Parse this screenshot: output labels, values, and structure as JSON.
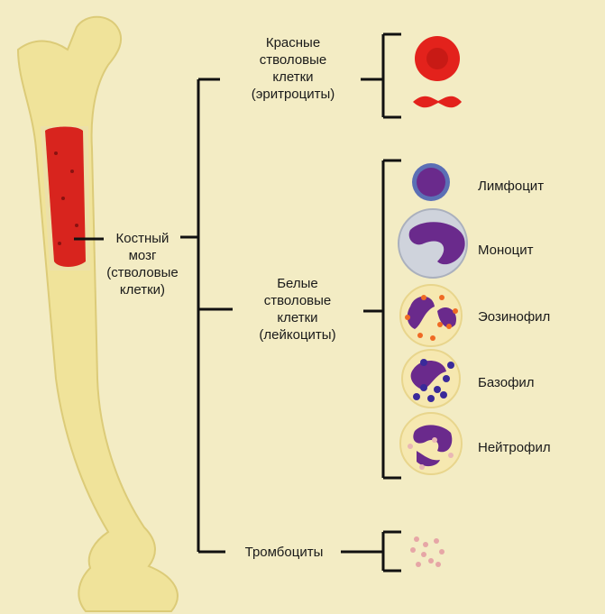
{
  "labels": {
    "bone_marrow": [
      "Костный",
      "мозг",
      "(стволовые",
      "клетки)"
    ],
    "red": [
      "Красные",
      "стволовые",
      "клетки",
      "(эритроциты)"
    ],
    "white": [
      "Белые",
      "стволовые",
      "клетки",
      "(лейкоциты)"
    ],
    "platelets": "Тромбоциты"
  },
  "white_cells": [
    "Лимфоцит",
    "Моноцит",
    "Эозинофил",
    "Базофил",
    "Нейтрофил"
  ],
  "colors": {
    "background": "#f3ecc4",
    "bone": "#f0e39a",
    "marrow": "#d8241e",
    "erythrocyte": "#e3221c",
    "nucleus": "#6a2a8c",
    "bracket": "#111111"
  }
}
